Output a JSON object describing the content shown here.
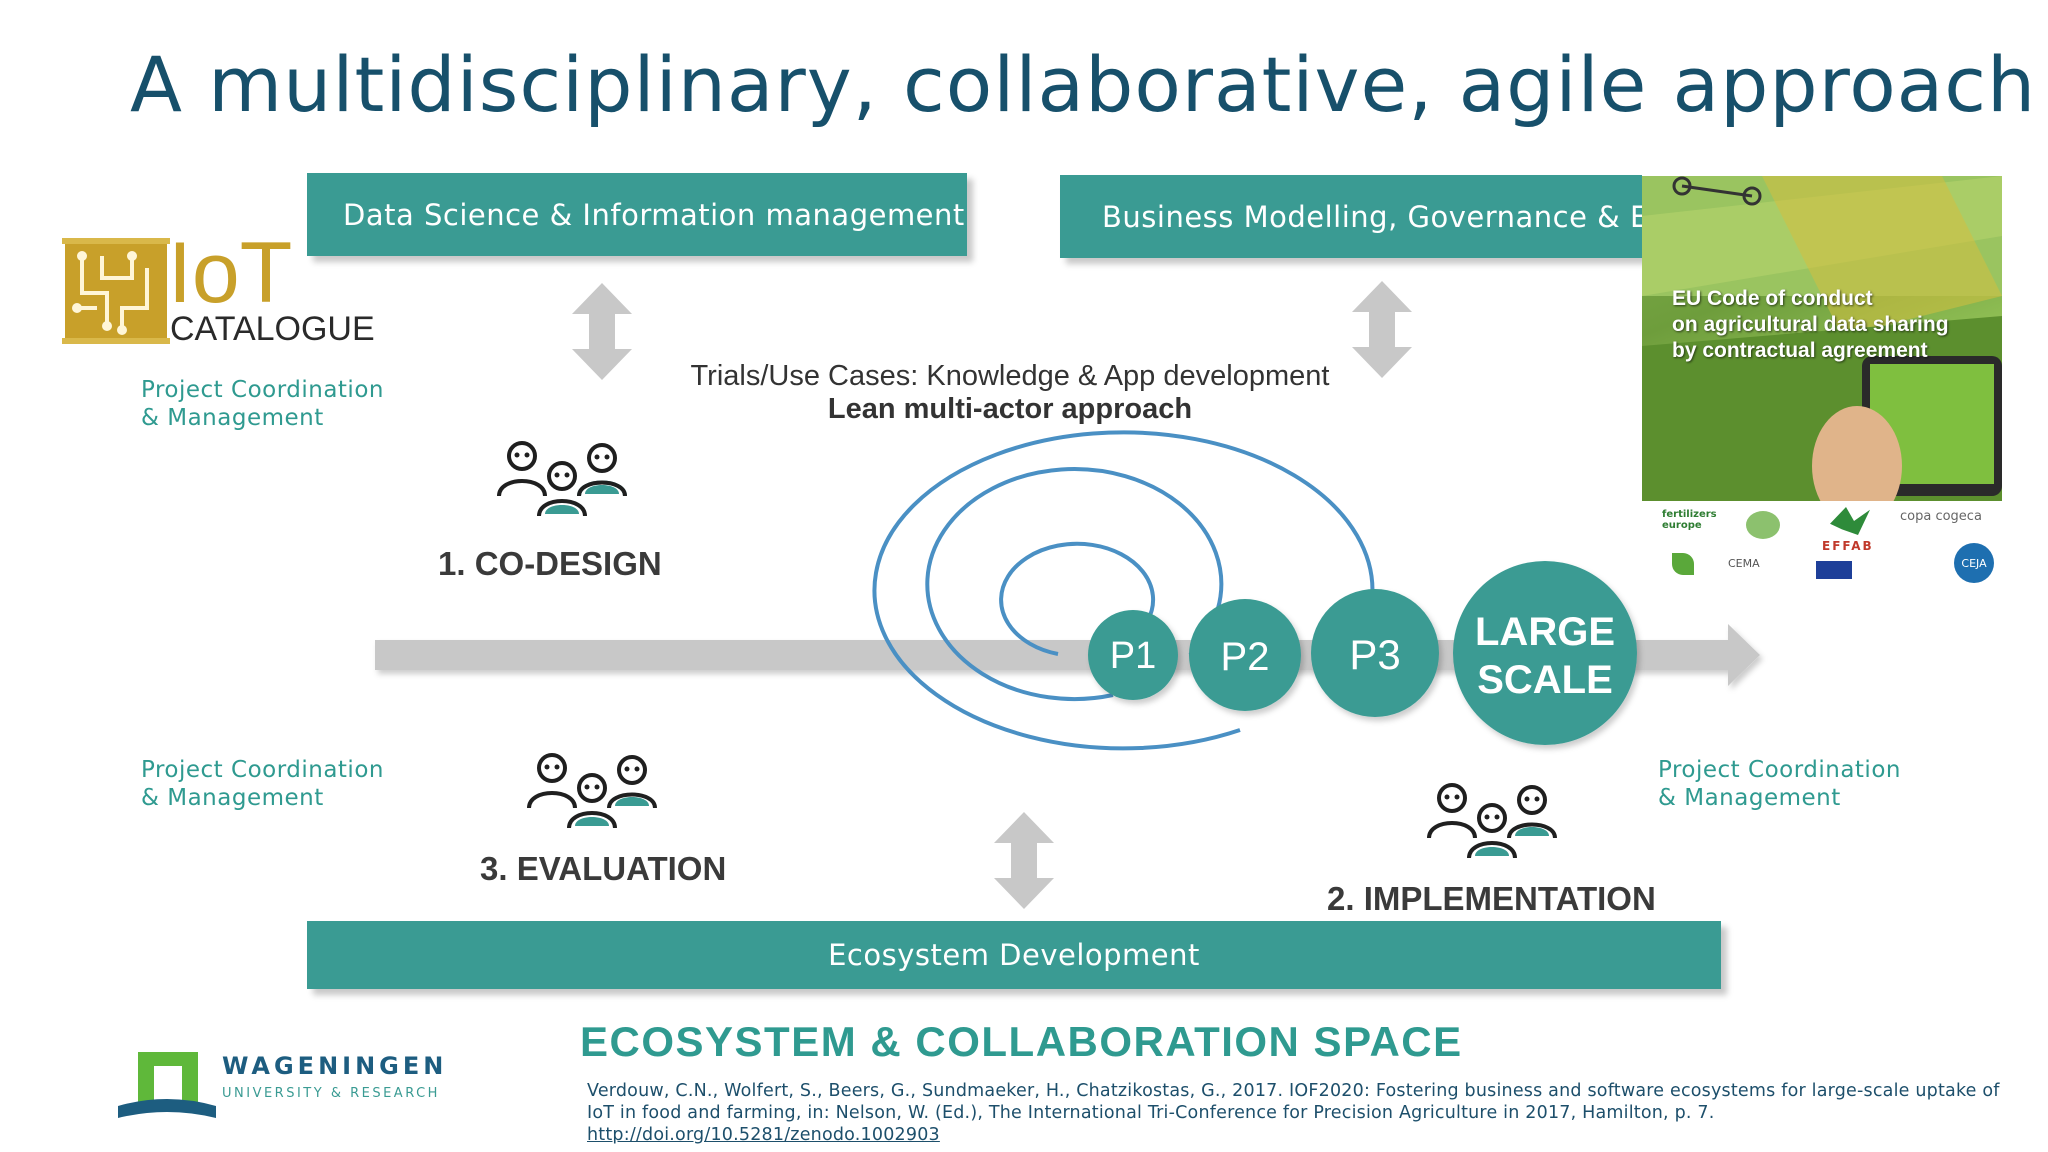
{
  "title": "A multidisciplinary, collaborative, agile approach",
  "bars": {
    "data_science": "Data Science & Information management",
    "business": "Business Modelling, Governance & Ethics",
    "ecosystem": "Ecosystem Development"
  },
  "iot_logo": {
    "main": "IoT",
    "sub": "CATALOGUE"
  },
  "coordination": {
    "top_left": [
      "Project Coordination",
      "& Management"
    ],
    "bottom_left": [
      "Project Coordination",
      "& Management"
    ],
    "bottom_right": [
      "Project Coordination",
      "& Management"
    ]
  },
  "trials": {
    "line1": "Trials/Use Cases: Knowledge & App development",
    "line2": "Lean multi-actor approach"
  },
  "stages": {
    "codesign": "1. CO-DESIGN",
    "implementation": "2. IMPLEMENTATION",
    "evaluation": "3. EVALUATION"
  },
  "phases": {
    "p1": "P1",
    "p2": "P2",
    "p3": "P3",
    "large_1": "LARGE",
    "large_2": "SCALE"
  },
  "photo": {
    "line1": "EU Code of conduct",
    "line2": "on agricultural data sharing",
    "line3": "by contractual agreement"
  },
  "partner_logos": [
    "fertilizers europe",
    "copa cogeca",
    "CEMA",
    "EFFAB",
    "CEJA"
  ],
  "ecosystem_space": "ECOSYSTEM & COLLABORATION SPACE",
  "wageningen": {
    "name": "WAGENINGEN",
    "sub": "UNIVERSITY & RESEARCH"
  },
  "reference": {
    "text": "Verdouw, C.N., Wolfert, S., Beers, G., Sundmaeker, H., Chatzikostas, G., 2017. IOF2020: Fostering business and software ecosystems for large-scale uptake of IoT in food and farming, in: Nelson, W. (Ed.), The International Tri-Conference for Precision Agriculture in 2017, Hamilton, p. 7.",
    "link": "http://doi.org/10.5281/zenodo.1002903"
  },
  "colors": {
    "teal": "#3a9b93",
    "title": "#17506b",
    "spiral": "#4a90c4",
    "arrow": "#c8c8c8"
  }
}
